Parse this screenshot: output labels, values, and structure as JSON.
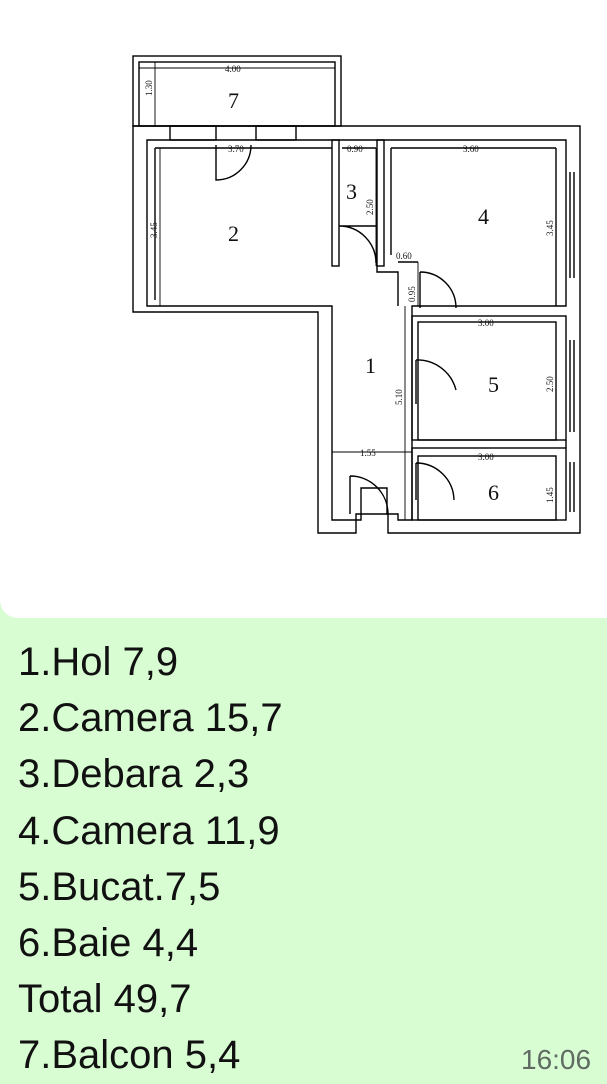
{
  "plan": {
    "rooms": {
      "r1": "1",
      "r2": "2",
      "r3": "3",
      "r4": "4",
      "r5": "5",
      "r6": "6",
      "r7": "7"
    },
    "dimensions": {
      "balcony_width": "4.00",
      "balcony_depth": "1.30",
      "room2_width": "3.70",
      "room2_depth": "3.45",
      "room3_width": "0.90",
      "room3_depth": "2.50",
      "room4_width": "3.60",
      "room4_depth": "3.45",
      "hall_nib": "0.60",
      "hall_door": "0.95",
      "room5_width": "3.00",
      "room5_depth": "2.50",
      "hall_length": "5.10",
      "hall_width": "1.55",
      "room6_width": "3.00",
      "room6_depth": "1.45"
    }
  },
  "caption": {
    "lines": [
      "1.Hol 7,9",
      "2.Camera 15,7",
      "3.Debara 2,3",
      "4.Camera 11,9",
      "5.Bucat.7,5",
      "6.Baie 4,4",
      "Total 49,7",
      "7.Balcon 5,4"
    ]
  },
  "message_time": "16:06"
}
